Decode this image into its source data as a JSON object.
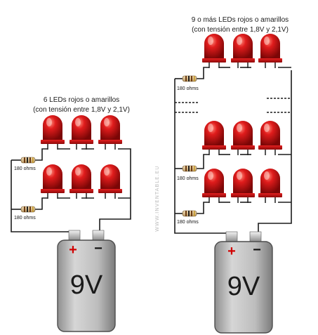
{
  "left_circuit": {
    "caption_line1": "6 LEDs rojos o amarillos",
    "caption_line2": "(con tensión entre 1,8V y 2,1V)",
    "resistor_labels": [
      "180 ohms",
      "180 ohms"
    ],
    "battery_label": "9V",
    "plus_sign": "+",
    "minus_sign": "−"
  },
  "right_circuit": {
    "caption_line1": "9 o más LEDs rojos o amarillos",
    "caption_line2": "(con tensión entre 1,8V y 2,1V)",
    "resistor_labels": [
      "180 ohms",
      "180 ohms",
      "180 ohms"
    ],
    "battery_label": "9V",
    "plus_sign": "+",
    "minus_sign": "−"
  },
  "watermark": "WWW.INVENTABLE.EU",
  "colors": {
    "led": "#d81818",
    "led_shade": "#8a0a0a",
    "battery": "#a9a9a9",
    "plus": "#d00000"
  }
}
